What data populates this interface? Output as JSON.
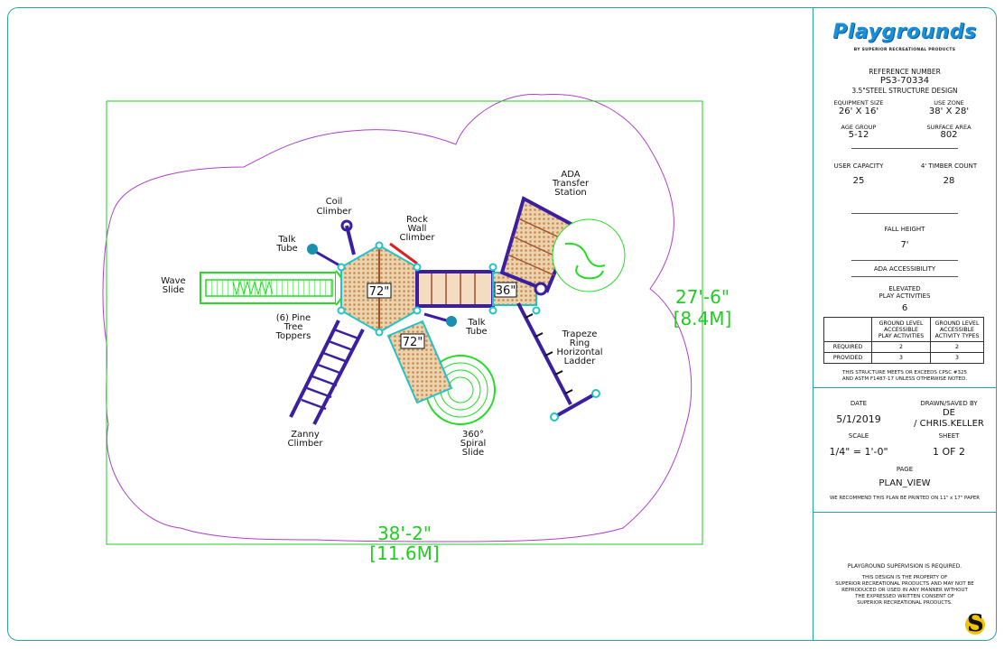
{
  "labels": {
    "coil_climber": [
      "Coil",
      "Climber"
    ],
    "rock_wall_climber": [
      "Rock",
      "Wall",
      "Climber"
    ],
    "ada_transfer_station": [
      "ADA",
      "Transfer",
      "Station"
    ],
    "talk_tube_upper": [
      "Talk",
      "Tube"
    ],
    "talk_tube_lower": [
      "Talk",
      "Tube"
    ],
    "wave_slide": [
      "Wave",
      "Slide"
    ],
    "pine_tree_toppers": [
      "(6) Pine",
      "Tree",
      "Toppers"
    ],
    "zanny_climber": [
      "Zanny",
      "Climber"
    ],
    "spiral_slide": [
      "360°",
      "Spiral",
      "Slide"
    ],
    "trapeze_ring_ladder": [
      "Trapeze",
      "Ring",
      "Horizontal",
      "Ladder"
    ],
    "deck_72_a": "72\"",
    "deck_72_b": "72\"",
    "deck_36": "36\""
  },
  "dimensions": {
    "height_ft": "27'-6\"",
    "height_m": "[8.4M]",
    "width_ft": "38'-2\"",
    "width_m": "[11.6M]"
  },
  "title_block": {
    "logo": "Playgrounds",
    "logo_sub": "BY SUPERIOR RECREATIONAL PRODUCTS",
    "ref_label": "REFERENCE NUMBER",
    "ref_value": "PS3-70334",
    "structure": "3.5\"STEEL STRUCTURE DESIGN",
    "equipment_size_label": "EQUIPMENT SIZE",
    "equipment_size": "26' X 16'",
    "use_zone_label": "USE ZONE",
    "use_zone": "38' X 28'",
    "age_group_label": "AGE GROUP",
    "age_group": "5-12",
    "surface_area_label": "SURFACE AREA",
    "surface_area": "802",
    "user_capacity_label": "USER CAPACITY",
    "user_capacity": "25",
    "timber_count_label": "4' TIMBER COUNT",
    "timber_count": "28",
    "fall_height_label": "FALL HEIGHT",
    "fall_height": "7'",
    "ada_label": "ADA ACCESSIBILITY",
    "elevated_label_1": "ELEVATED",
    "elevated_label_2": "PLAY ACTIVITIES",
    "elevated_value": "6",
    "table": {
      "col1": [
        "GROUND LEVEL",
        "ACCESSIBLE",
        "PLAY ACTIVITIES"
      ],
      "col2": [
        "GROUND LEVEL",
        "ACCESSIBLE",
        "ACTIVITY TYPES"
      ],
      "rows": [
        {
          "label": "REQUIRED",
          "a": "2",
          "b": "2"
        },
        {
          "label": "PROVIDED",
          "a": "3",
          "b": "3"
        }
      ]
    },
    "cpsc_1": "THIS STRUCTURE MEETS OR EXCEEDS CPSC #325",
    "cpsc_2": "AND ASTM F1487-17 UNLESS OTHERWISE NOTED.",
    "date_label": "DATE",
    "date": "5/1/2019",
    "drawn_label": "DRAWN/SAVED BY",
    "drawn_1": "DE",
    "drawn_2": "/ CHRIS.KELLER",
    "scale_label": "SCALE",
    "scale": "1/4\" = 1'-0\"",
    "sheet_label": "SHEET",
    "sheet": "1   OF   2",
    "page_label": "PAGE",
    "page": "PLAN_VIEW",
    "print_note": "WE RECOMMEND THIS PLAN BE PRINTED ON 11\" x 17\" PAPER",
    "supervision": "PLAYGROUND SUPERVISION IS REQUIRED.",
    "property_1": "THIS DESIGN IS THE PROPERTY OF",
    "property_2": "SUPERIOR RECREATIONAL PRODUCTS AND MAY NOT BE",
    "property_3": "REPRODUCED OR USED IN ANY MANNER WITHOUT",
    "property_4": "THE EXPRESSED WRITTEN CONSENT OF",
    "property_5": "SUPERIOR RECREATIONAL PRODUCTS.",
    "corner_logo": "S"
  },
  "colors": {
    "frame": "#2aa3a0",
    "use_zone": "#b040c8",
    "dimension": "#22cc22",
    "structure": "#3b1fa0",
    "deck": "#e8c9a0",
    "slide": "#22dd22",
    "cyan_post": "#22c3c8",
    "brand": "#1a8fd8"
  }
}
